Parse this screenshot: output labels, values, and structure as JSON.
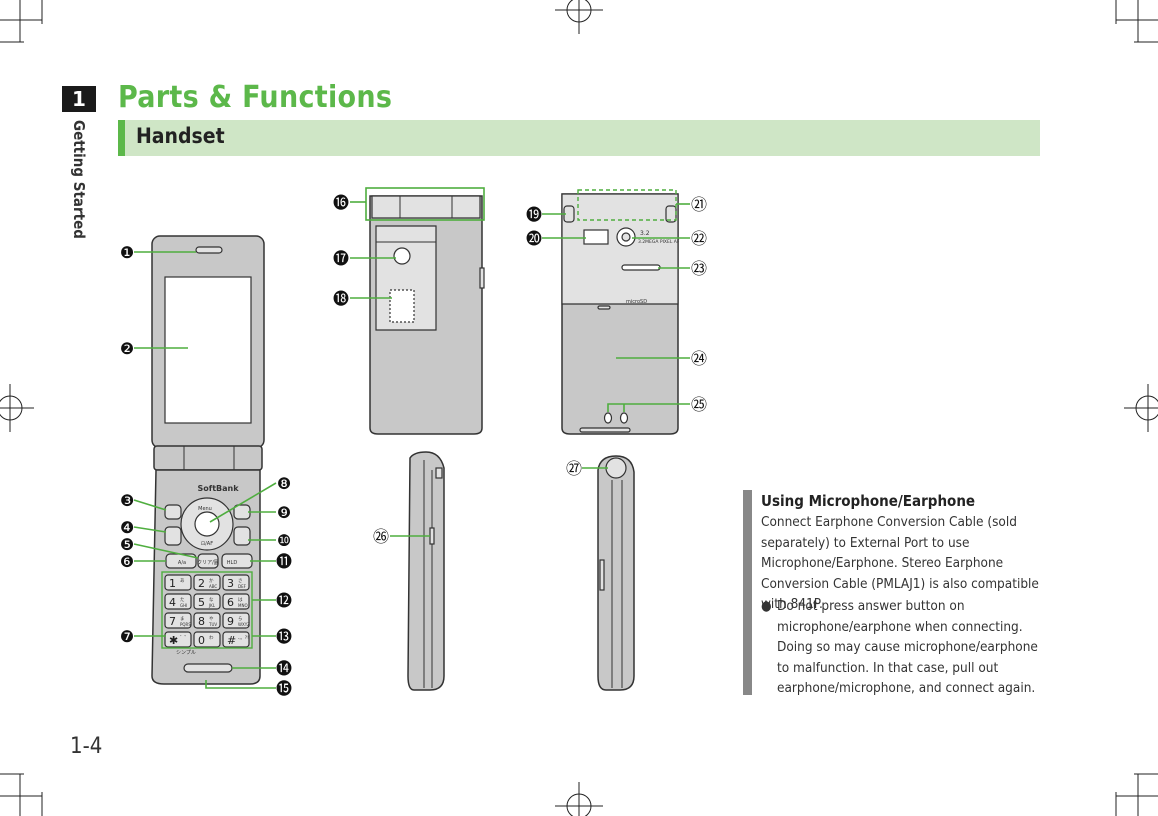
{
  "chapter": {
    "number": "1",
    "title": "Getting Started"
  },
  "page": {
    "title": "Parts & Functions",
    "section": "Handset",
    "number": "1-4"
  },
  "device_labels": {
    "brand": "SoftBank",
    "camera_spec": "3.2MEGA PIXEL AF",
    "microsd": "microSD",
    "simple_menu": "シンプル",
    "nav_top": "Menu",
    "nav_bottom": "⊡/AF",
    "clear_key": "クリア/圓",
    "hold_key": "HLD",
    "call_key": "A/a",
    "camera_text_bottom": "3.2",
    "keys": [
      "1",
      "2",
      "3",
      "4",
      "5",
      "6",
      "7",
      "8",
      "9",
      "✱",
      "0",
      "#"
    ],
    "key_sub": [
      "あ",
      "か",
      "さ",
      "た",
      "な",
      "は",
      "ま",
      "や",
      "ら",
      "゛゜",
      "わ",
      "、。?!"
    ],
    "key_latin": [
      "",
      "ABC",
      "DEF",
      "GHI",
      "JKL",
      "MNO",
      "PQRS",
      "TUV",
      "WXYZ",
      "",
      "",
      ""
    ]
  },
  "callouts": [
    "❶",
    "❷",
    "❸",
    "❹",
    "❺",
    "❻",
    "❼",
    "❽",
    "❾",
    "❿",
    "⓫",
    "⓬",
    "⓭",
    "⓮",
    "⓯",
    "⓰",
    "⓱",
    "⓲",
    "⓳",
    "⓴",
    "㉑",
    "㉒",
    "㉓",
    "㉔",
    "㉕",
    "㉖",
    "㉗"
  ],
  "note": {
    "title": "Using Microphone/Earphone",
    "body": "Connect Earphone Conversion Cable (sold separately) to External Port to use Microphone/Earphone. Stereo Earphone Conversion Cable (PMLAJ1) is also compatible with 841P.",
    "bullet_marker": "●",
    "bullet": "Do not press answer button on microphone/earphone when connecting. Doing so may cause microphone/earphone to malfunction. In that case, pull out earphone/microphone, and connect again."
  }
}
